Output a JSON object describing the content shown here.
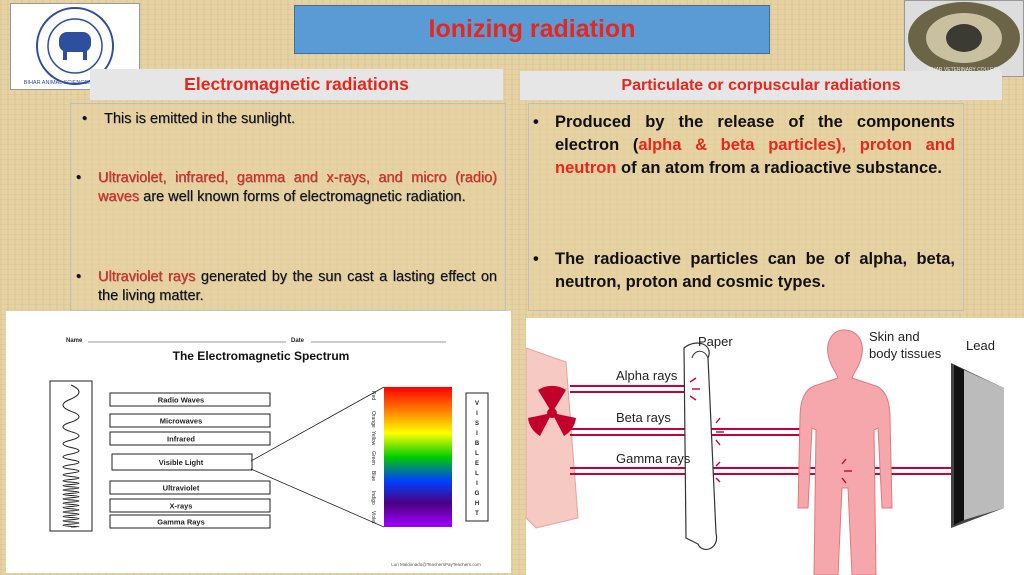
{
  "slide": {
    "title": "Ionizing radiation",
    "left_heading": "Electromagnetic radiations",
    "right_heading": "Particulate or corpuscular radiations"
  },
  "left_bullets": {
    "b1": "This is emitted in the sunlight.",
    "b2_red": "Ultraviolet, infrared, gamma and x-rays, and micro (radio) waves",
    "b2_rest": " are well known forms of electromagnetic radiation.",
    "b3_red": "Ultraviolet rays",
    "b3_rest": " generated by the sun cast a lasting effect on the living matter."
  },
  "right_bullets": {
    "b1_a": "Produced by the release of the components electron (",
    "b1_red1": "alpha & beta particles), proton and neutron",
    "b1_b": " of an atom from a radioactive substance.",
    "b2": "The radioactive particles can be of alpha, beta, neutron, proton and cosmic types."
  },
  "spectrum": {
    "name_label": "Name",
    "date_label": "Date",
    "title": "The Electromagnetic Spectrum",
    "waves": [
      "Radio Waves",
      "Microwaves",
      "Infrared",
      "Visible Light",
      "Ultraviolet",
      "X-rays",
      "Gamma Rays"
    ],
    "colors": [
      "Red",
      "Orange",
      "Yellow",
      "Green",
      "Blue",
      "Indigo",
      "Violet"
    ],
    "vertical_label": "VISIBLE LIGHT",
    "footer": "Lori Maldonado@TeachersPayTeachers.com"
  },
  "penetration": {
    "paper": "Paper",
    "skin": "Skin and",
    "skin2": "body tissues",
    "lead": "Lead",
    "alpha": "Alpha rays",
    "beta": "Beta rays",
    "gamma": "Gamma rays"
  },
  "logos": {
    "left_text": "BIHAR ANIMAL SCIENCES UNIVERSITY",
    "right_text": "BIHAR VETERINARY COLLEGE"
  }
}
